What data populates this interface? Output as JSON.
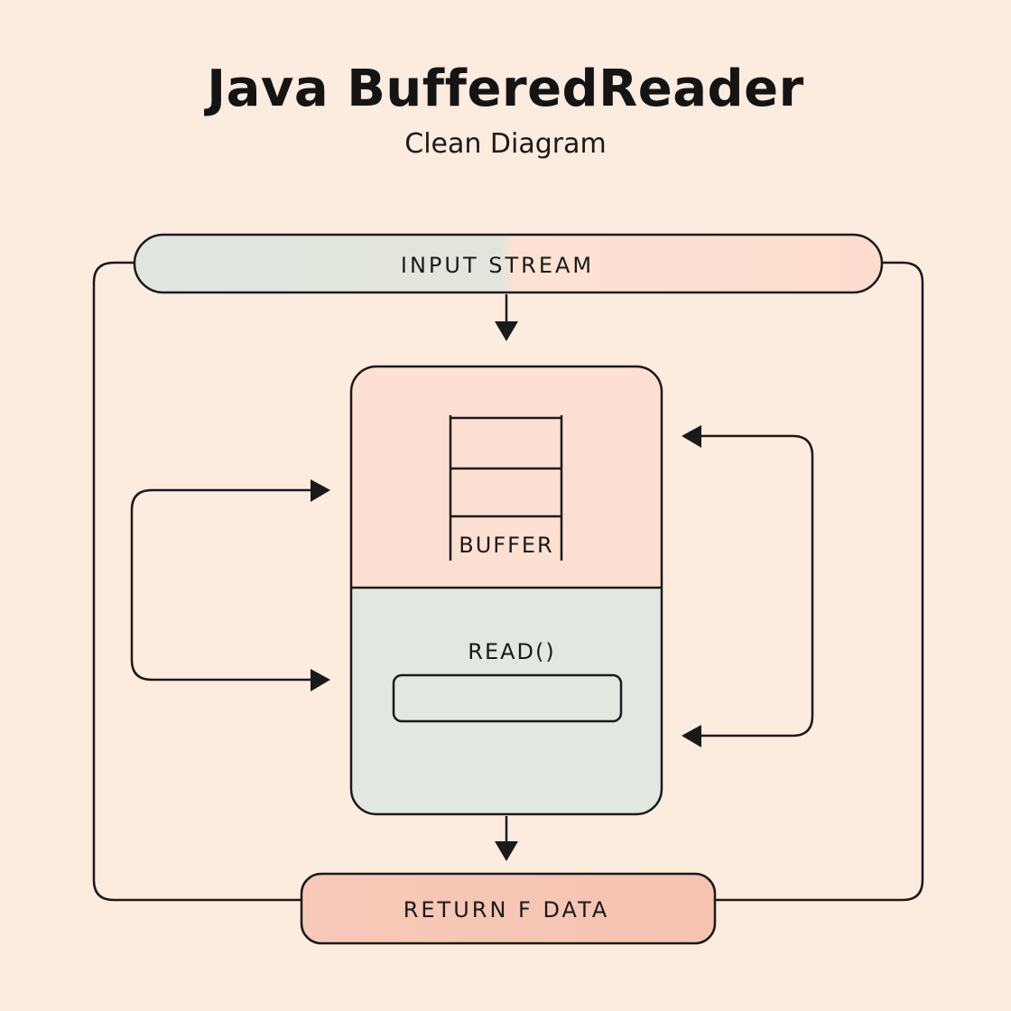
{
  "title": "Java BufferedReader",
  "subtitle": "Clean Diagram",
  "nodes": {
    "input_stream": "INPUT STREAM",
    "buffer": "BUFFER",
    "read": "READ()",
    "return_data": "RETURN F DATA"
  },
  "colors": {
    "background": "#fcebdf",
    "peach": "#fde0d2",
    "mint": "#e0e8e0",
    "salmon": "#f8c6b4",
    "stroke": "#1a1a1a"
  }
}
